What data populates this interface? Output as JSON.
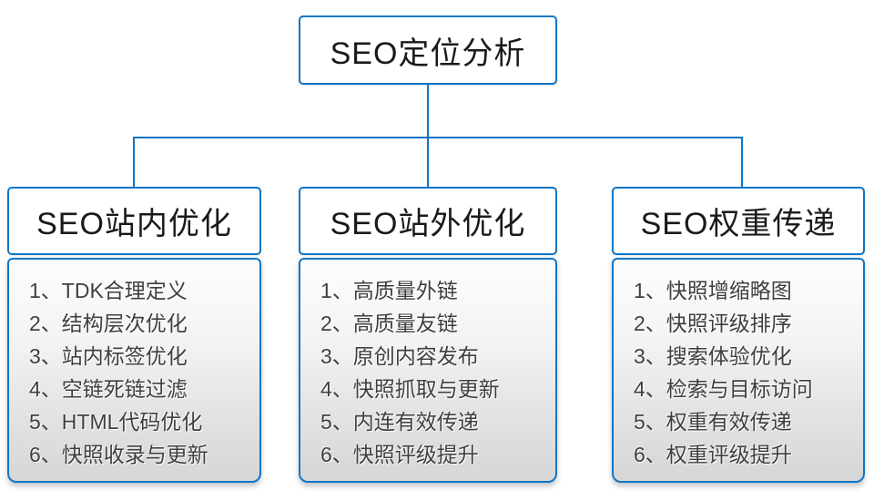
{
  "diagram": {
    "title": "SEO定位分析",
    "colors": {
      "accent_blue": "#0f76c6",
      "header_text": "#1a1a1a",
      "list_text": "#3f3f3f",
      "panel_gradient_top": "#fdfdfd",
      "panel_gradient_bottom": "#d5d6d7",
      "background": "#ffffff"
    },
    "columns": [
      {
        "title": "SEO站内优化",
        "items": [
          "1、TDK合理定义",
          "2、结构层次优化",
          "3、站内标签优化",
          "4、空链死链过滤",
          "5、HTML代码优化",
          "6、快照收录与更新"
        ]
      },
      {
        "title": "SEO站外优化",
        "items": [
          "1、高质量外链",
          "2、高质量友链",
          "3、原创内容发布",
          "4、快照抓取与更新",
          "5、内连有效传递",
          "6、快照评级提升"
        ]
      },
      {
        "title": "SEO权重传递",
        "items": [
          "1、快照增缩略图",
          "2、快照评级排序",
          "3、搜索体验优化",
          "4、检索与目标访问",
          "5、权重有效传递",
          "6、权重评级提升"
        ]
      }
    ]
  }
}
